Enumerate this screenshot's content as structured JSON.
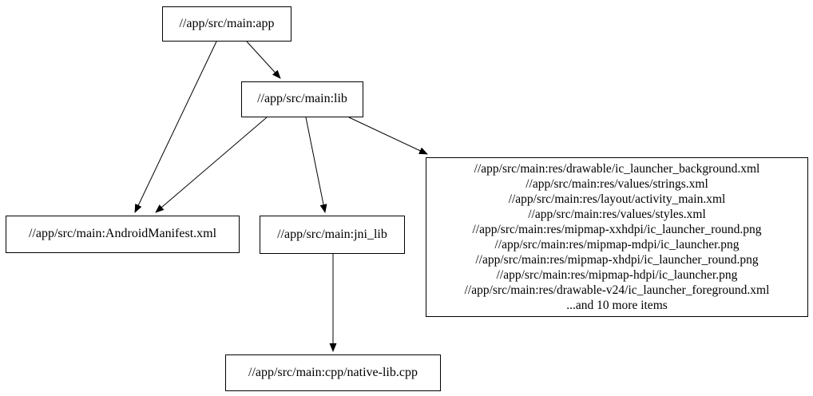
{
  "diagram": {
    "type": "dependency-graph",
    "colors": {
      "background": "#ffffff",
      "node_border": "#000000",
      "edge": "#000000",
      "text": "#000000"
    },
    "nodes": {
      "app": {
        "label": "//app/src/main:app"
      },
      "lib": {
        "label": "//app/src/main:lib"
      },
      "android_manifest": {
        "label": "//app/src/main:AndroidManifest.xml"
      },
      "jni_lib": {
        "label": "//app/src/main:jni_lib"
      },
      "native_lib_cpp": {
        "label": "//app/src/main:cpp/native-lib.cpp"
      },
      "res_group": {
        "lines": [
          "//app/src/main:res/drawable/ic_launcher_background.xml",
          "//app/src/main:res/values/strings.xml",
          "//app/src/main:res/layout/activity_main.xml",
          "//app/src/main:res/values/styles.xml",
          "//app/src/main:res/mipmap-xxhdpi/ic_launcher_round.png",
          "//app/src/main:res/mipmap-mdpi/ic_launcher.png",
          "//app/src/main:res/mipmap-xhdpi/ic_launcher_round.png",
          "//app/src/main:res/mipmap-hdpi/ic_launcher.png",
          "//app/src/main:res/drawable-v24/ic_launcher_foreground.xml",
          "...and 10 more items"
        ]
      }
    },
    "edges": [
      {
        "from": "//app/src/main:app",
        "to": "//app/src/main:AndroidManifest.xml"
      },
      {
        "from": "//app/src/main:app",
        "to": "//app/src/main:lib"
      },
      {
        "from": "//app/src/main:lib",
        "to": "//app/src/main:AndroidManifest.xml"
      },
      {
        "from": "//app/src/main:lib",
        "to": "//app/src/main:jni_lib"
      },
      {
        "from": "//app/src/main:lib",
        "to": "res-file-group"
      },
      {
        "from": "//app/src/main:jni_lib",
        "to": "//app/src/main:cpp/native-lib.cpp"
      }
    ]
  }
}
